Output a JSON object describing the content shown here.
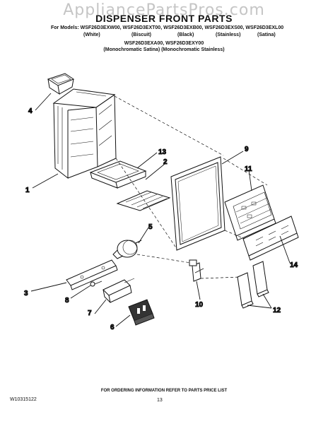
{
  "watermark": "AppliancePartsPros.com",
  "title": "DISPENSER FRONT PARTS",
  "models_line": "For Models: WSF26D3EXW00, WSF26D3EXT00, WSF26D3EXB00, WSF26D3EXS00, WSF26D3EXL00",
  "colors": [
    "(White)",
    "(Biscuit)",
    "(Black)",
    "(Stainless)",
    "(Satina)"
  ],
  "variant_models": "WSF26D3EXA00, WSF26D3EXY00",
  "variant_colors": "(Monochromatic Satina) (Monochromatic Stainless)",
  "callouts": [
    "1",
    "2",
    "3",
    "4",
    "5",
    "6",
    "7",
    "8",
    "9",
    "10",
    "11",
    "12",
    "13",
    "14"
  ],
  "footer": {
    "note": "FOR ORDERING INFORMATION REFER TO PARTS PRICE LIST",
    "doc_number": "W10315122",
    "page": "13"
  }
}
